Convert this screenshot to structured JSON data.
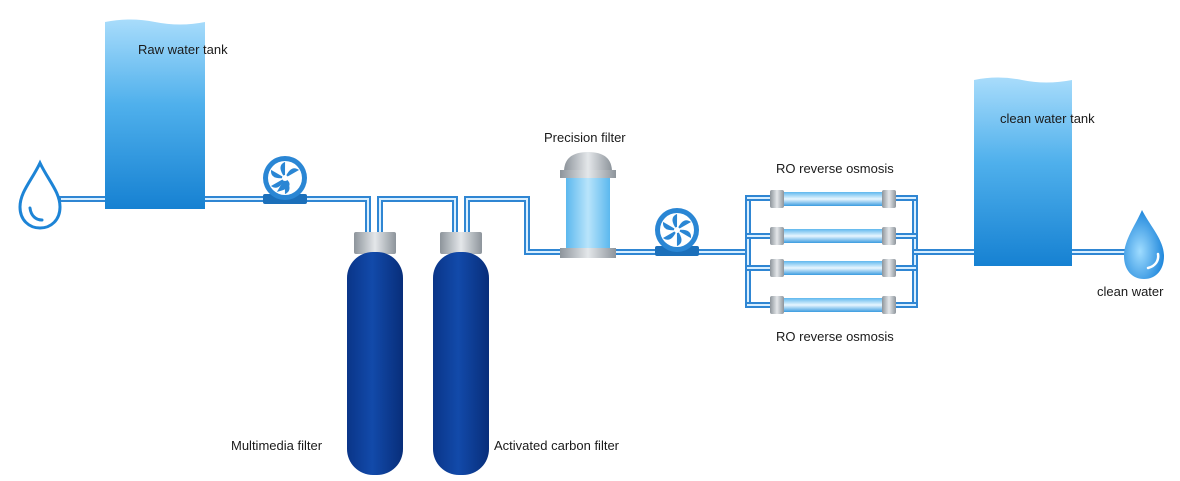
{
  "labels": {
    "raw_tank": "Raw water tank",
    "clean_tank": "clean water tank",
    "precision_filter": "Precision filter",
    "ro_top": "RO reverse osmosis",
    "ro_bottom": "RO reverse osmosis",
    "multimedia_filter": "Multimedia filter",
    "carbon_filter": "Activated carbon filter",
    "clean_water": "clean water"
  },
  "colors": {
    "pipe": "#5aa9e6",
    "pipe_dark": "#1f6fb8",
    "tank_top": "#9fd8fb",
    "tank_bottom": "#1789d8",
    "filter_vessel": "#0b3c96",
    "cap": "#b9bec4",
    "pump": "#1e7fd1"
  },
  "icons": [
    "water-drop-icon",
    "pump-icon",
    "clean-water-drop-icon"
  ]
}
